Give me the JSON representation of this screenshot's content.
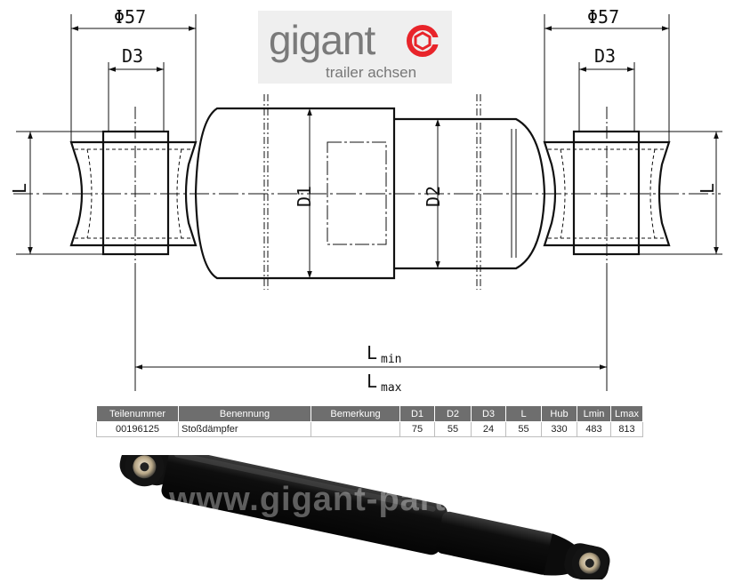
{
  "logo": {
    "brand": "gigant",
    "tagline": "trailer achsen",
    "accent": "#e8242a"
  },
  "dimensions": {
    "eye_outer_left": "Φ57",
    "eye_outer_right": "Φ57",
    "bore_left": "D3",
    "bore_right": "D3",
    "d1": "D1",
    "d2": "D2",
    "l_left": "L",
    "l_right": "L",
    "lmin_main": "L",
    "lmin_sub": "min",
    "lmax_main": "L",
    "lmax_sub": "max"
  },
  "table": {
    "headers": [
      "Teilenummer",
      "Benennung",
      "Bemerkung",
      "D1",
      "D2",
      "D3",
      "L",
      "Hub",
      "Lmin",
      "Lmax"
    ],
    "rows": [
      [
        "00196125",
        "Stoßdämpfer",
        "",
        "75",
        "55",
        "24",
        "55",
        "330",
        "483",
        "813"
      ]
    ]
  },
  "photo": {
    "watermark": "www.gigant-parts.com",
    "body_color": "#151515"
  }
}
